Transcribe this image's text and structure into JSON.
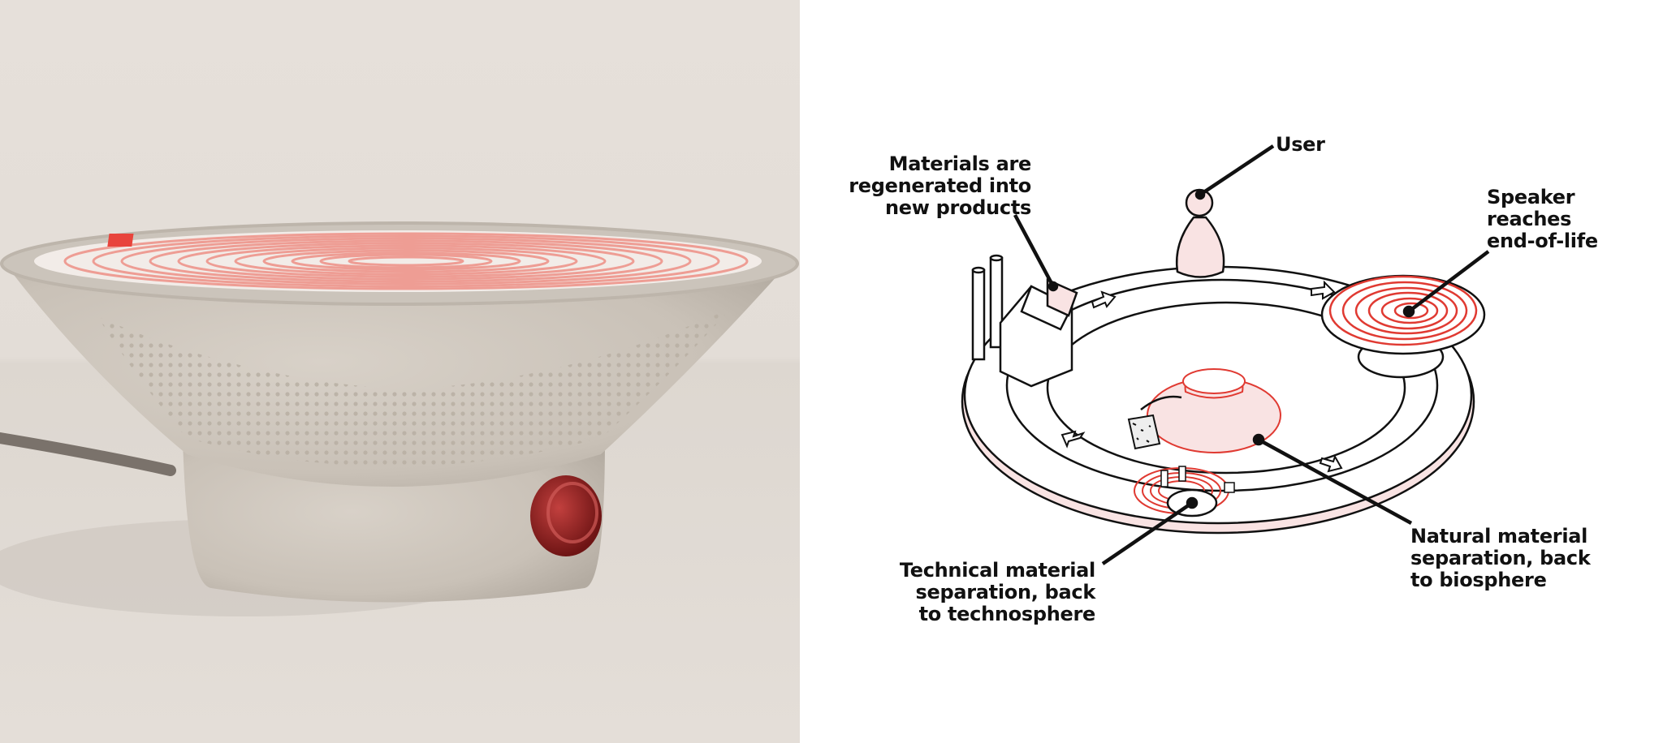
{
  "photo": {
    "subject": "speaker-product-photo",
    "colors": {
      "background": "#e4ded8",
      "body": "#cdc6bd",
      "top_disc": "#f0c9c0",
      "accent_red": "#e8443c",
      "button": "#8c1c1c"
    }
  },
  "diagram": {
    "colors": {
      "stroke": "#111111",
      "accent_red": "#e03a32",
      "pink_fill": "#f9e3e3"
    },
    "labels": {
      "user": "User",
      "speaker_end_of_life": "Speaker\nreaches\nend-of-life",
      "materials_regenerated": "Materials are\nregenerated into\nnew products",
      "technical_separation": "Technical material\nseparation, back\nto technosphere",
      "natural_separation": "Natural material\nseparation, back\nto biosphere"
    }
  }
}
